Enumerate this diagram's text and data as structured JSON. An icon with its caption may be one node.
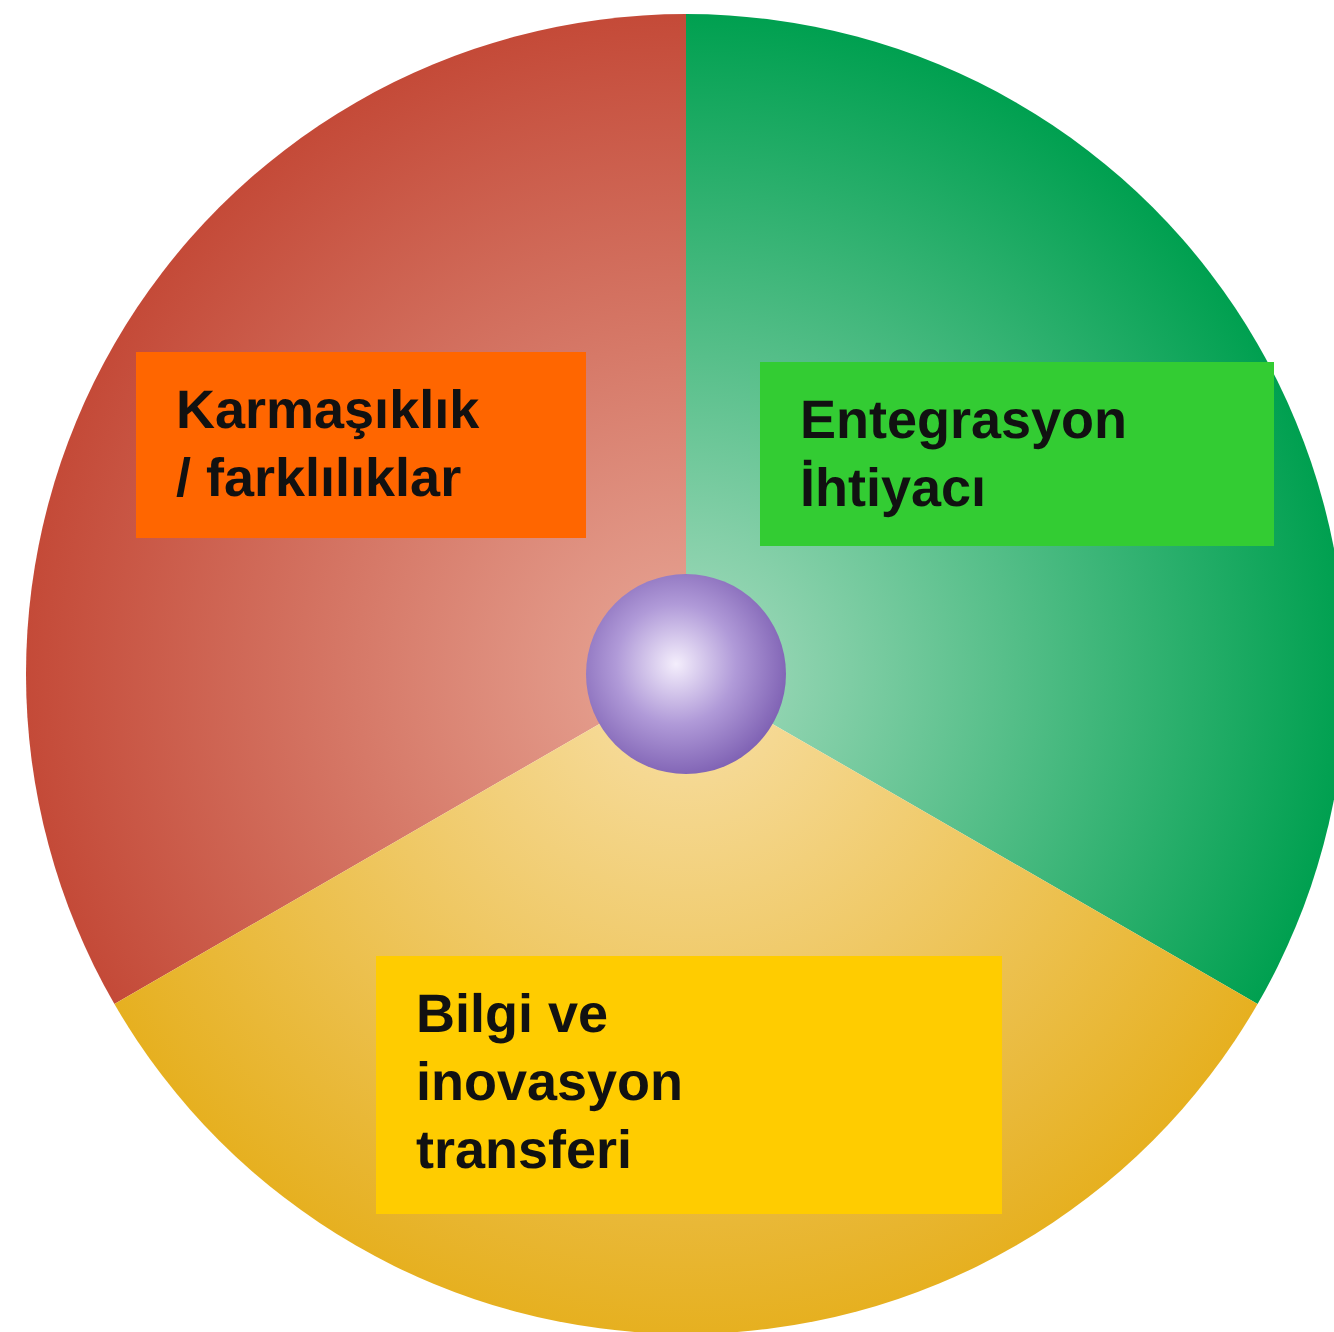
{
  "diagram": {
    "nodes": [
      {
        "text": [
          "Karmaşıklık / farklılıklar"
        ]
      },
      {
        "text": [
          "Entegrasyon İhtiyacı"
        ]
      },
      {
        "text": [
          "Bilgi ve inovasyon transferi"
        ]
      }
    ]
  }
}
